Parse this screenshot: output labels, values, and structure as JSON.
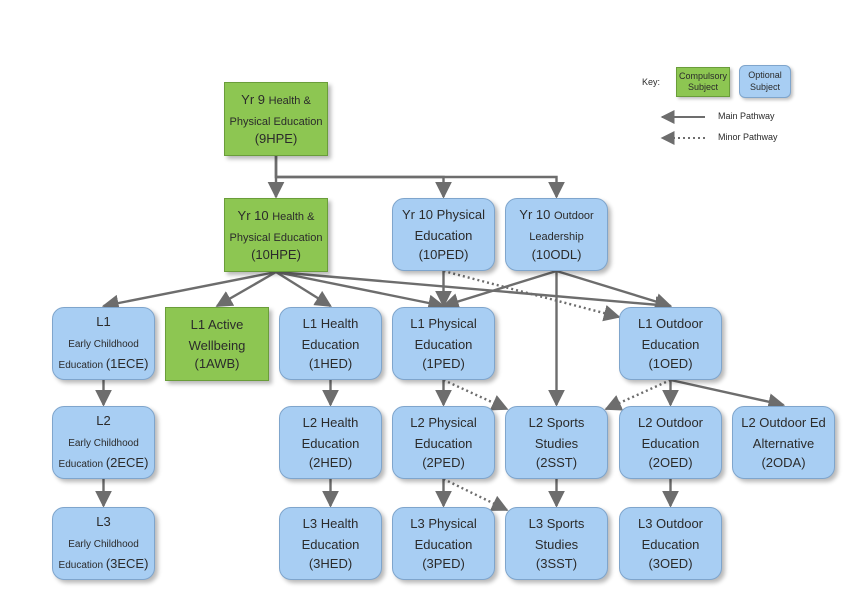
{
  "key": {
    "title": "Key:",
    "compulsory": [
      "Compulsory",
      "Subject"
    ],
    "optional": [
      "Optional",
      "Subject"
    ],
    "main_pathway": "Main Pathway",
    "minor_pathway": "Minor Pathway"
  },
  "colors": {
    "compulsory_fill": "#8dc652",
    "optional_fill": "#a8cef3",
    "arrow": "#6d6d6d"
  },
  "nodes": {
    "hpe9": {
      "type": "compulsory",
      "lines": [
        [
          "Yr 9 ",
          "Health &"
        ],
        [
          "Physical Education"
        ]
      ],
      "code": "(9HPE)"
    },
    "hpe10": {
      "type": "compulsory",
      "lines": [
        [
          "Yr 10 ",
          "Health &"
        ],
        [
          "Physical Education"
        ]
      ],
      "code": "(10HPE)"
    },
    "ped10": {
      "type": "optional",
      "lines": [
        [
          "Yr 10 Physical"
        ],
        [
          "Education"
        ]
      ],
      "code": "(10PED)"
    },
    "odl10": {
      "type": "optional",
      "lines": [
        [
          "Yr 10 ",
          "Outdoor"
        ],
        [
          "Leadership"
        ]
      ],
      "code": "(10ODL)"
    },
    "ece1": {
      "type": "optional",
      "lines": [
        [
          "L1"
        ],
        [
          "Early Childhood"
        ],
        [
          "Education "
        ]
      ],
      "code": "(1ECE)"
    },
    "awb1": {
      "type": "compulsory",
      "lines": [
        [
          "L1 Active"
        ],
        [
          "Wellbeing"
        ]
      ],
      "code": "(1AWB)"
    },
    "hed1": {
      "type": "optional",
      "lines": [
        [
          "L1 Health"
        ],
        [
          "Education"
        ]
      ],
      "code": "(1HED)"
    },
    "ped1": {
      "type": "optional",
      "lines": [
        [
          "L1 Physical"
        ],
        [
          "Education"
        ]
      ],
      "code": "(1PED)"
    },
    "oed1": {
      "type": "optional",
      "lines": [
        [
          "L1 Outdoor"
        ],
        [
          "Education"
        ]
      ],
      "code": "(1OED)"
    },
    "ece2": {
      "type": "optional",
      "lines": [
        [
          "L2"
        ],
        [
          "Early Childhood"
        ],
        [
          "Education "
        ]
      ],
      "code": "(2ECE)"
    },
    "hed2": {
      "type": "optional",
      "lines": [
        [
          "L2 Health"
        ],
        [
          "Education"
        ]
      ],
      "code": "(2HED)"
    },
    "ped2": {
      "type": "optional",
      "lines": [
        [
          "L2 Physical"
        ],
        [
          "Education"
        ]
      ],
      "code": "(2PED)"
    },
    "sst2": {
      "type": "optional",
      "lines": [
        [
          "L2 Sports"
        ],
        [
          "Studies"
        ]
      ],
      "code": "(2SST)"
    },
    "oed2": {
      "type": "optional",
      "lines": [
        [
          "L2 Outdoor"
        ],
        [
          "Education"
        ]
      ],
      "code": "(2OED)"
    },
    "oda2": {
      "type": "optional",
      "lines": [
        [
          "L2 Outdoor Ed"
        ],
        [
          "Alternative"
        ]
      ],
      "code": "(2ODA)"
    },
    "ece3": {
      "type": "optional",
      "lines": [
        [
          "L3"
        ],
        [
          "Early Childhood"
        ],
        [
          "Education "
        ]
      ],
      "code": "(3ECE)"
    },
    "hed3": {
      "type": "optional",
      "lines": [
        [
          "L3 Health"
        ],
        [
          "Education"
        ]
      ],
      "code": "(3HED)"
    },
    "ped3": {
      "type": "optional",
      "lines": [
        [
          "L3 Physical"
        ],
        [
          "Education"
        ]
      ],
      "code": "(3PED)"
    },
    "sst3": {
      "type": "optional",
      "lines": [
        [
          "L3 Sports"
        ],
        [
          "Studies"
        ]
      ],
      "code": "(3SST)"
    },
    "oed3": {
      "type": "optional",
      "lines": [
        [
          "L3 Outdoor"
        ],
        [
          "Education"
        ]
      ],
      "code": "(3OED)"
    }
  },
  "edges": [
    {
      "from": "hpe9",
      "to": "hpe10",
      "kind": "main"
    },
    {
      "from": "hpe9",
      "to": "ped10",
      "kind": "main"
    },
    {
      "from": "hpe9",
      "to": "odl10",
      "kind": "main"
    },
    {
      "from": "hpe10",
      "to": "ece1",
      "kind": "main"
    },
    {
      "from": "hpe10",
      "to": "awb1",
      "kind": "main"
    },
    {
      "from": "hpe10",
      "to": "hed1",
      "kind": "main"
    },
    {
      "from": "hpe10",
      "to": "ped1",
      "kind": "main"
    },
    {
      "from": "hpe10",
      "to": "oed1",
      "kind": "main"
    },
    {
      "from": "ped10",
      "to": "ped1",
      "kind": "main"
    },
    {
      "from": "ped10",
      "to": "oed1",
      "kind": "minor"
    },
    {
      "from": "odl10",
      "to": "ped1",
      "kind": "main"
    },
    {
      "from": "odl10",
      "to": "sst2",
      "kind": "main"
    },
    {
      "from": "odl10",
      "to": "oed1",
      "kind": "main"
    },
    {
      "from": "ece1",
      "to": "ece2",
      "kind": "main"
    },
    {
      "from": "hed1",
      "to": "hed2",
      "kind": "main"
    },
    {
      "from": "ped1",
      "to": "ped2",
      "kind": "main"
    },
    {
      "from": "ped1",
      "to": "sst2",
      "kind": "minor"
    },
    {
      "from": "oed1",
      "to": "sst2",
      "kind": "minor"
    },
    {
      "from": "oed1",
      "to": "oed2",
      "kind": "main"
    },
    {
      "from": "oed1",
      "to": "oda2",
      "kind": "main"
    },
    {
      "from": "ece2",
      "to": "ece3",
      "kind": "main"
    },
    {
      "from": "hed2",
      "to": "hed3",
      "kind": "main"
    },
    {
      "from": "ped2",
      "to": "ped3",
      "kind": "main"
    },
    {
      "from": "ped2",
      "to": "sst3",
      "kind": "minor"
    },
    {
      "from": "sst2",
      "to": "sst3",
      "kind": "main"
    },
    {
      "from": "oed2",
      "to": "oed3",
      "kind": "main"
    }
  ]
}
